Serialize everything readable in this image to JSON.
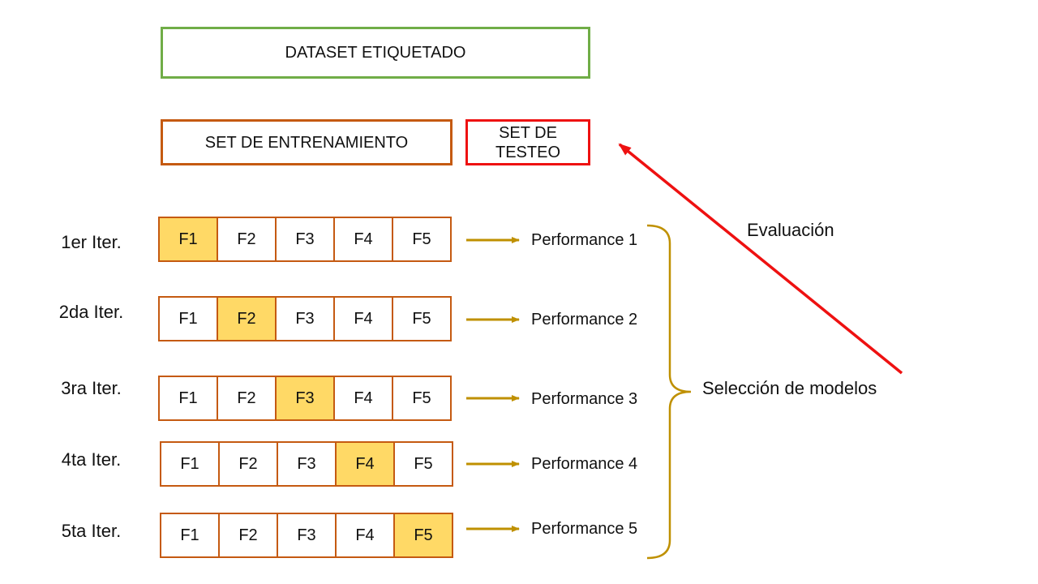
{
  "dataset": {
    "label": "DATASET ETIQUETADO"
  },
  "train": {
    "label": "SET DE ENTRENAMIENTO"
  },
  "test": {
    "label": "SET DE TESTEO"
  },
  "evaluation_label": "Evaluación",
  "selection_label": "Selección de modelos",
  "iterations": [
    {
      "label": "1er Iter.",
      "folds": [
        "F1",
        "F2",
        "F3",
        "F4",
        "F5"
      ],
      "active": 0,
      "performance": "Performance 1"
    },
    {
      "label": "2da Iter.",
      "folds": [
        "F1",
        "F2",
        "F3",
        "F4",
        "F5"
      ],
      "active": 1,
      "performance": "Performance 2"
    },
    {
      "label": "3ra Iter.",
      "folds": [
        "F1",
        "F2",
        "F3",
        "F4",
        "F5"
      ],
      "active": 2,
      "performance": "Performance 3"
    },
    {
      "label": "4ta Iter.",
      "folds": [
        "F1",
        "F2",
        "F3",
        "F4",
        "F5"
      ],
      "active": 3,
      "performance": "Performance 4"
    },
    {
      "label": "5ta Iter.",
      "folds": [
        "F1",
        "F2",
        "F3",
        "F4",
        "F5"
      ],
      "active": 4,
      "performance": "Performance 5"
    }
  ],
  "colors": {
    "dataset_border": "#70AD47",
    "fold_border": "#C55A11",
    "test_border": "#EE1111",
    "active_fold": "#FFD966",
    "arrow": "#BF9000",
    "eval_arrow": "#EE1111"
  }
}
